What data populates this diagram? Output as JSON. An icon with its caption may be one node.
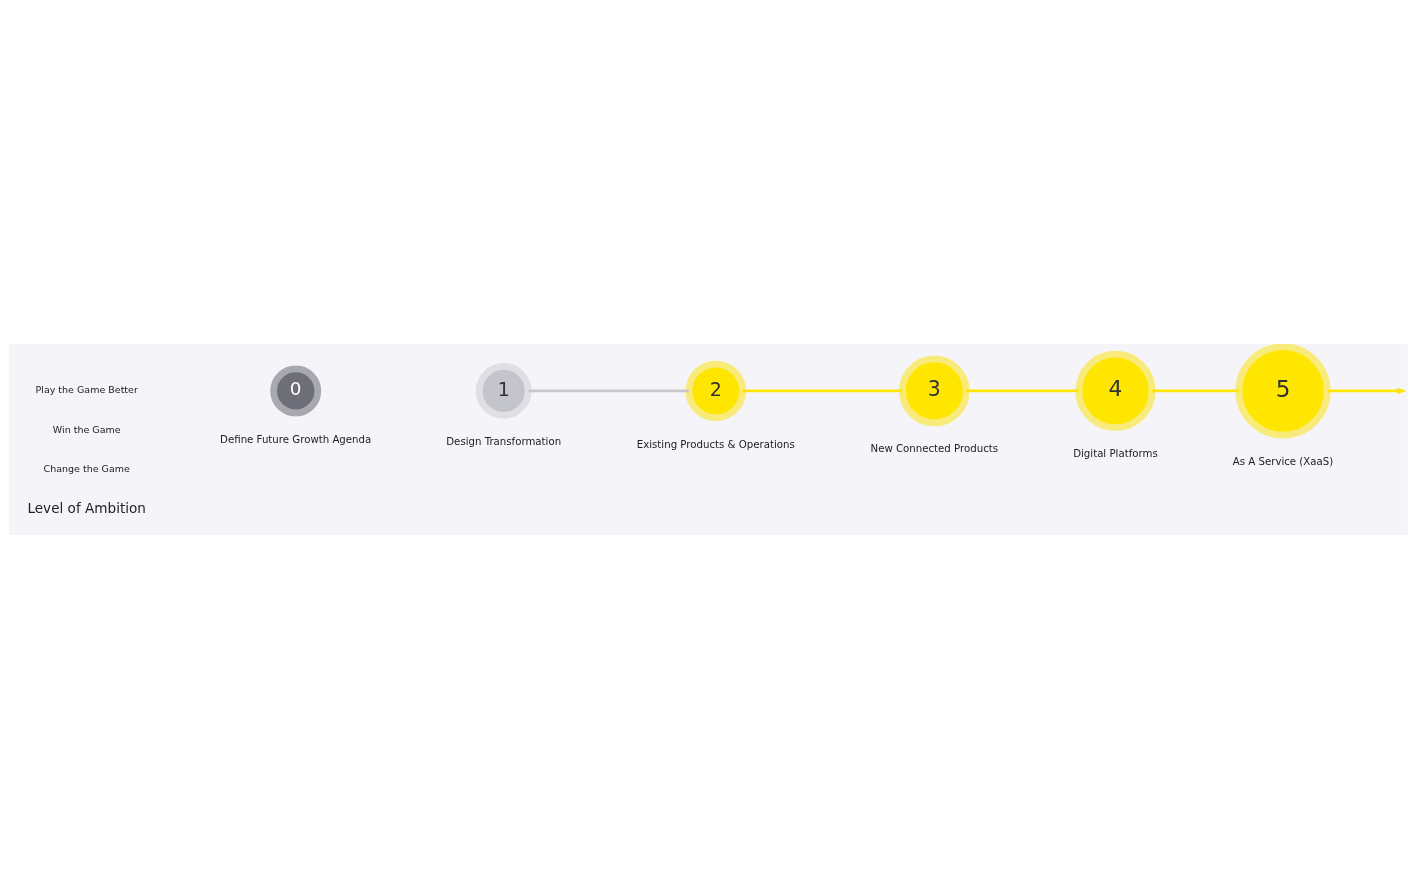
{
  "diagram": {
    "nodes": [
      {
        "text": [
          "0"
        ],
        "beside": [
          "Define Future Growth Agenda"
        ]
      },
      {
        "text": [
          "1"
        ],
        "beside": [
          "Design Transformation"
        ]
      },
      {
        "text": [
          "2"
        ],
        "beside": [
          "Existing Products & Operations"
        ]
      },
      {
        "text": [
          "3"
        ],
        "beside": [
          "New Connected Products"
        ]
      },
      {
        "text": [
          "4"
        ],
        "beside": [
          "Digital Platforms"
        ]
      },
      {
        "text": [
          "5"
        ],
        "beside": [
          "As A Service (XaaS)"
        ]
      }
    ],
    "edges": [
      {
        "from": 1,
        "to": 2,
        "arrow": "none",
        "color": "#c8c8cc"
      },
      {
        "from": 2,
        "to": 3,
        "arrow": "none"
      },
      {
        "from": 3,
        "to": 4,
        "arrow": "none"
      },
      {
        "from": 4,
        "to": 5,
        "arrow": "none"
      },
      {
        "from": 5,
        "to": null,
        "arrow": "to"
      }
    ],
    "labels": [
      "Level of Ambition",
      "Change the Game",
      "Win the Game",
      "Play the Game Better"
    ]
  }
}
